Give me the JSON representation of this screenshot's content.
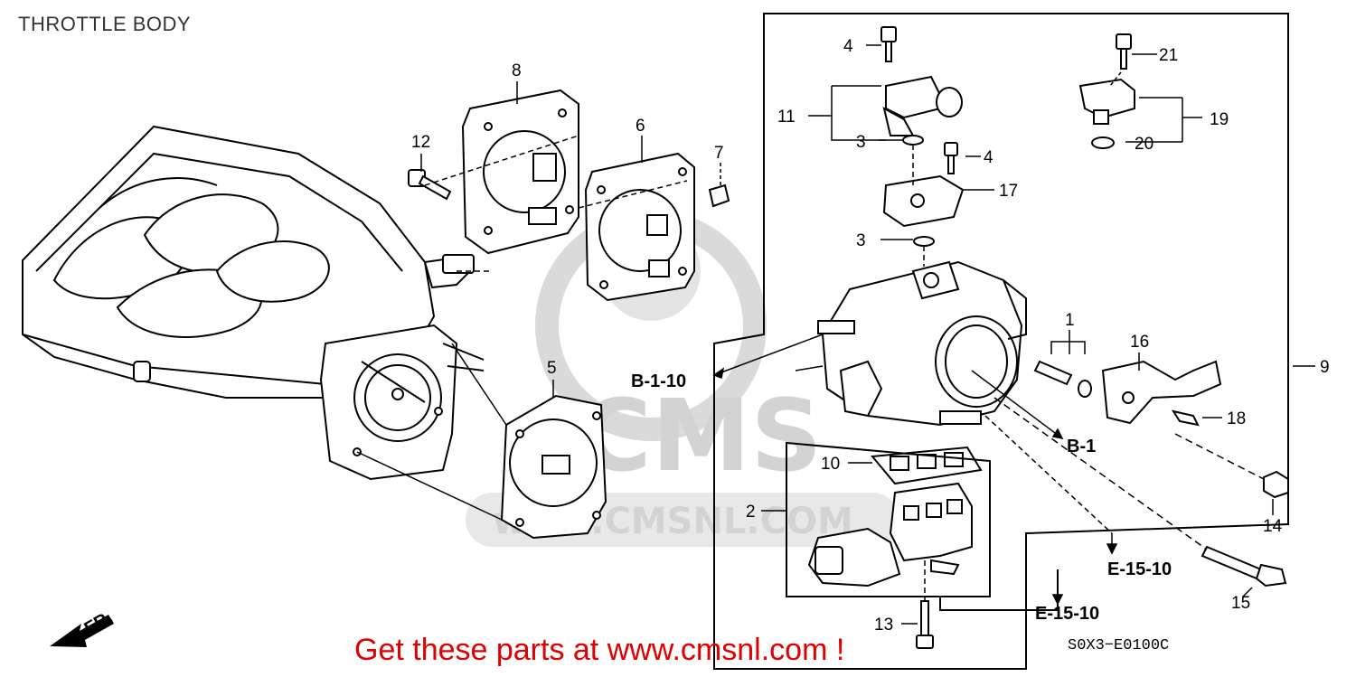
{
  "title": "THROTTLE BODY",
  "footer": "Get these parts at www.cmsnl.com !",
  "diagram_code": "S0X3−E0100C",
  "watermark": {
    "brand": "CMS",
    "site": "www.CMSNL.COM"
  },
  "front_marker": "FR.",
  "part_numbers": [
    "1",
    "2",
    "3",
    "3",
    "4",
    "4",
    "5",
    "6",
    "7",
    "8",
    "9",
    "10",
    "11",
    "12",
    "13",
    "14",
    "15",
    "16",
    "17",
    "18",
    "19",
    "20",
    "21"
  ],
  "references": [
    "B-1-10",
    "B-1",
    "E-15-10",
    "E-15-10"
  ]
}
